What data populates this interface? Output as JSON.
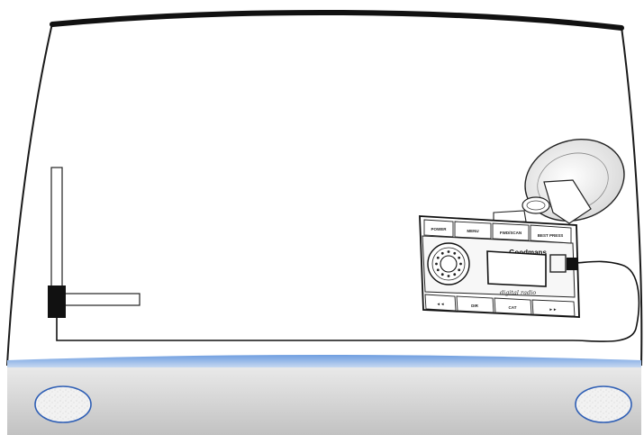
{
  "radio": {
    "top_buttons": [
      "POWER",
      "MENU",
      "FWD/SCAN",
      "BEST PRESS"
    ],
    "bottom_buttons": [
      "◄◄",
      "DIR",
      "CAT",
      "►►"
    ],
    "brand": "Goodmans",
    "logo_text": "digital radio"
  },
  "colors": {
    "windscreen_outline": "#1a1a1a",
    "dashboard_top": "#e6e6e6",
    "dashboard_bottom": "#c4c4c4",
    "dash_edge_highlight": "#5b8fd6",
    "vent_outline": "#2f5fb5",
    "cable": "#111111",
    "antenna_block": "#111111"
  }
}
